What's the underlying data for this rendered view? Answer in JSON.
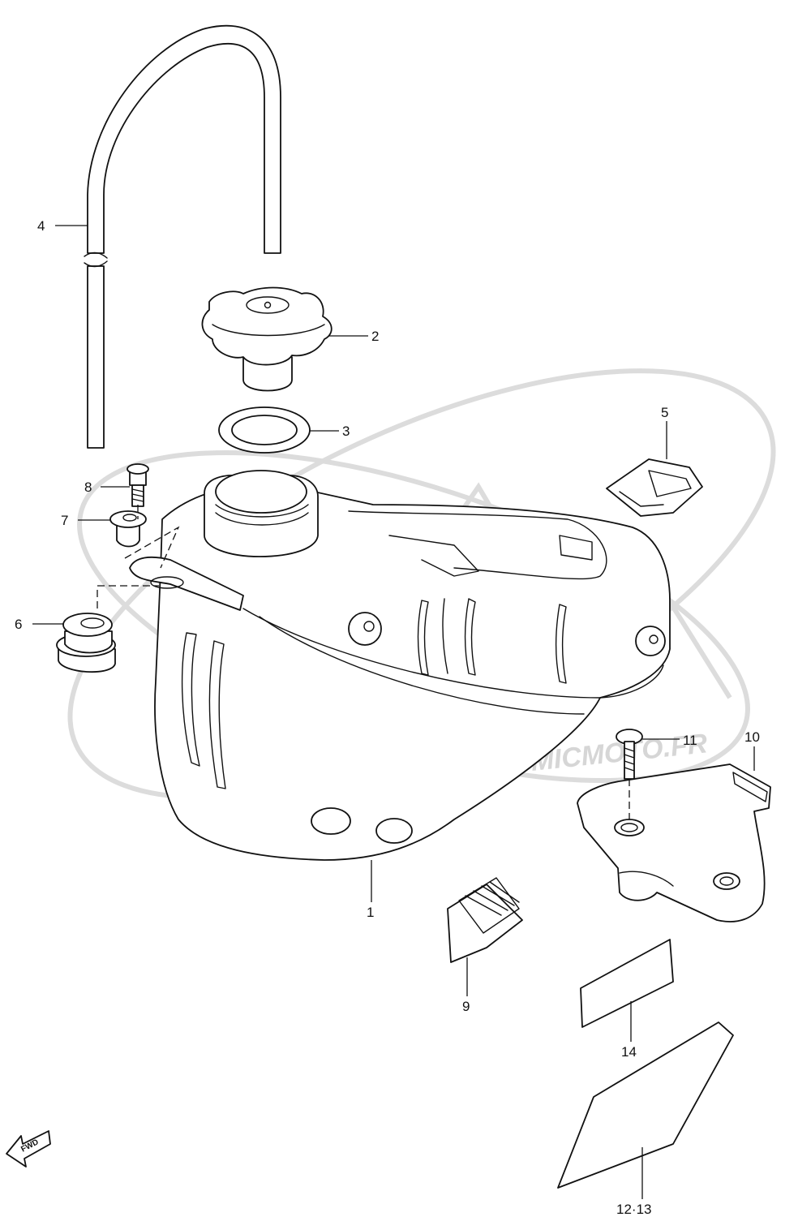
{
  "watermark": {
    "url": "WWW.ATOMICMOTO.FR",
    "brand": "moto",
    "color": "#d9d9d9"
  },
  "callouts": {
    "c1": "1",
    "c2": "2",
    "c3": "3",
    "c4": "4",
    "c5": "5",
    "c6": "6",
    "c7": "7",
    "c8": "8",
    "c9": "9",
    "c10": "10",
    "c11": "11",
    "c12_13": "12·13",
    "c14": "14"
  },
  "fwd_label": "FWD",
  "line_color": "#111111"
}
